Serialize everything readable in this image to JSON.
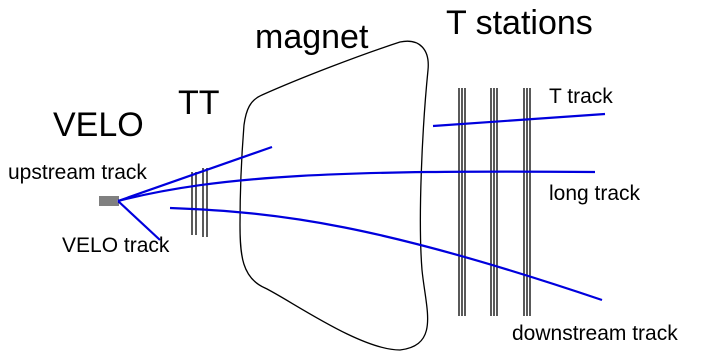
{
  "labels": {
    "velo": "VELO",
    "tt": "TT",
    "magnet": "magnet",
    "t_stations": "T stations",
    "upstream_track": "upstream track",
    "velo_track": "VELO track",
    "t_track": "T track",
    "long_track": "long track",
    "downstream_track": "downstream track"
  },
  "colors": {
    "track": "#0000dd",
    "detector": "#000000",
    "background": "#ffffff"
  }
}
